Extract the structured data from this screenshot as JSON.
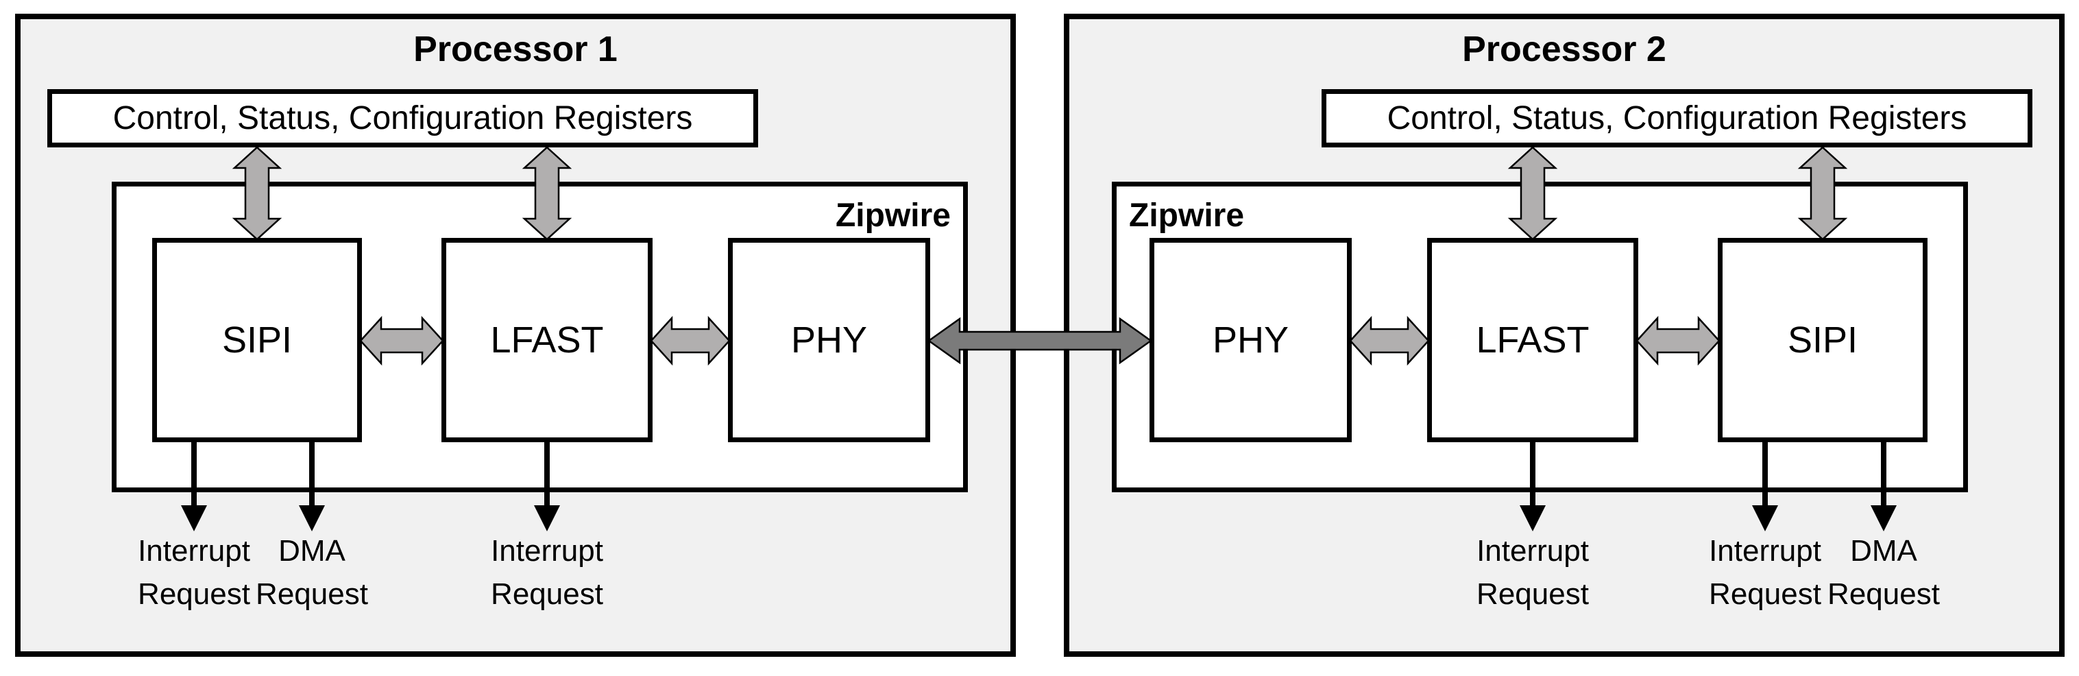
{
  "colors": {
    "canvas-bg": "#ffffff",
    "processor-fill": "#f1f1f1",
    "box-fill": "#ffffff",
    "line-black": "#000000",
    "arrow-light": "#b1afaf",
    "arrow-dark": "#7b7b7b"
  },
  "processor1": {
    "title": "Processor 1",
    "registers_label": "Control, Status, Configuration Registers",
    "zipwire_label": "Zipwire",
    "blocks": [
      {
        "id": "sipi",
        "label": "SIPI"
      },
      {
        "id": "lfast",
        "label": "LFAST"
      },
      {
        "id": "phy",
        "label": "PHY"
      }
    ],
    "outputs": [
      {
        "line1": "Interrupt",
        "line2": "Request"
      },
      {
        "line1": "DMA",
        "line2": "Request"
      },
      {
        "line1": "Interrupt",
        "line2": "Request"
      }
    ]
  },
  "processor2": {
    "title": "Processor 2",
    "registers_label": "Control, Status, Configuration Registers",
    "zipwire_label": "Zipwire",
    "blocks": [
      {
        "id": "phy",
        "label": "PHY"
      },
      {
        "id": "lfast",
        "label": "LFAST"
      },
      {
        "id": "sipi",
        "label": "SIPI"
      }
    ],
    "outputs": [
      {
        "line1": "Interrupt",
        "line2": "Request"
      },
      {
        "line1": "Interrupt",
        "line2": "Request"
      },
      {
        "line1": "DMA",
        "line2": "Request"
      }
    ]
  }
}
